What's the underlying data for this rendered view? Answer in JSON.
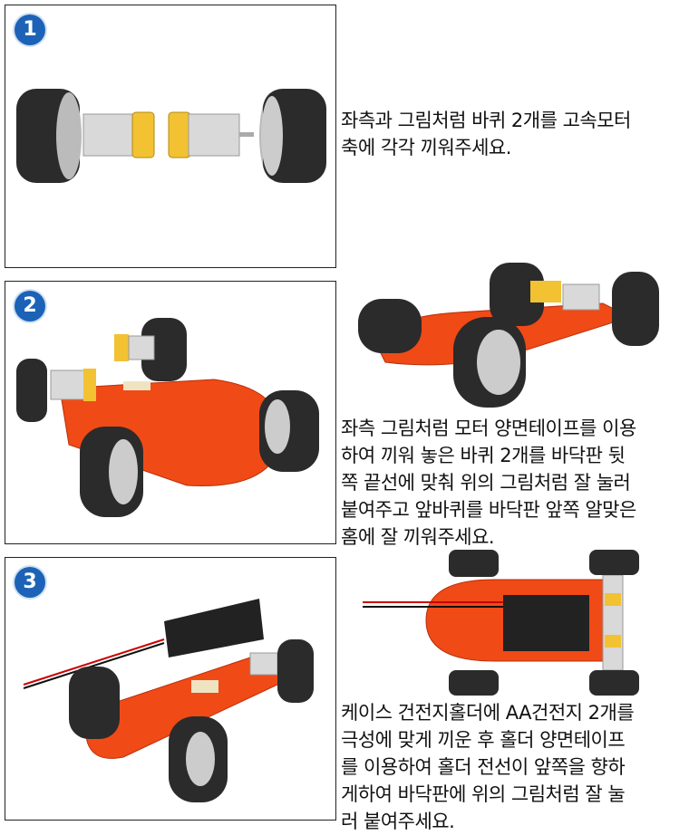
{
  "steps": [
    {
      "number": "1",
      "lines": [
        "좌측과 그림처럼 바퀴 2개를 고속모터",
        "축에 각각 끼워주세요."
      ]
    },
    {
      "number": "2",
      "lines": [
        "좌측 그림처럼 모터 양면테이프를 이용",
        "하여 끼워 놓은 바퀴 2개를 바닥판 뒷",
        "쪽 끝선에 맞춰 위의 그림처럼 잘 눌러",
        "붙여주고 앞바퀴를 바닥판 앞쪽 알맞은",
        "홈에 잘 끼워주세요."
      ]
    },
    {
      "number": "3",
      "lines": [
        "케이스 건전지홀더에 AA건전지 2개를",
        "극성에 맞게 끼운 후 홀더 양면테이프",
        "를 이용하여 홀더 전선이 앞쪽을 향하",
        "게하여 바닥판에 위의 그림처럼 잘 눌",
        "러 붙여주세요."
      ]
    }
  ],
  "colors": {
    "badge": "#1c63b7",
    "board": "#f04a17",
    "motor_gear": "#f2c233",
    "tire": "#2b2b2b"
  }
}
